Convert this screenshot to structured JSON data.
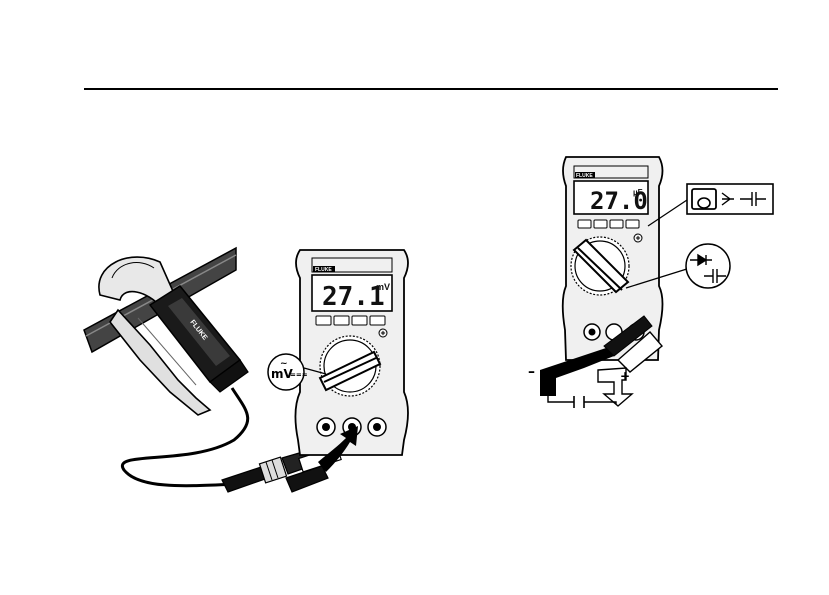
{
  "left_meter": {
    "brand": "FLUKE",
    "reading": "27.1",
    "unit": "mV",
    "callout": "mV",
    "callout_tilde": "~",
    "callout_dc": "==="
  },
  "right_meter": {
    "brand": "FLUKE",
    "reading": "27.0",
    "unit": "µF",
    "polarity_minus": "–",
    "polarity_plus": "+"
  },
  "probe": {
    "label": "FLUKE"
  }
}
